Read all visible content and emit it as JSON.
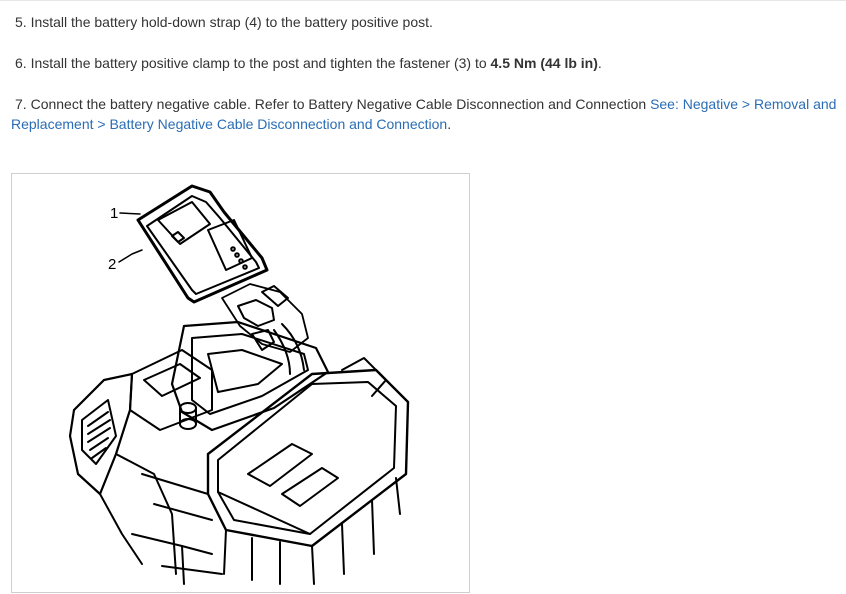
{
  "steps": [
    {
      "number": "5.",
      "text": "Install the battery hold-down strap (4) to the battery positive post."
    },
    {
      "number": "6.",
      "text_before": "Install the battery positive clamp to the post and tighten the fastener (3) to",
      "torque": "4.5 Nm (44 lb in)",
      "text_after": "."
    },
    {
      "number": "7.",
      "text": "Connect the battery negative cable. Refer to Battery Negative Cable Disconnection and Connection",
      "link": "See: Negative > Removal and Replacement > Battery Negative Cable Disconnection and Connection",
      "text_after": "."
    }
  ],
  "figure": {
    "callouts": [
      "1",
      "2"
    ]
  }
}
